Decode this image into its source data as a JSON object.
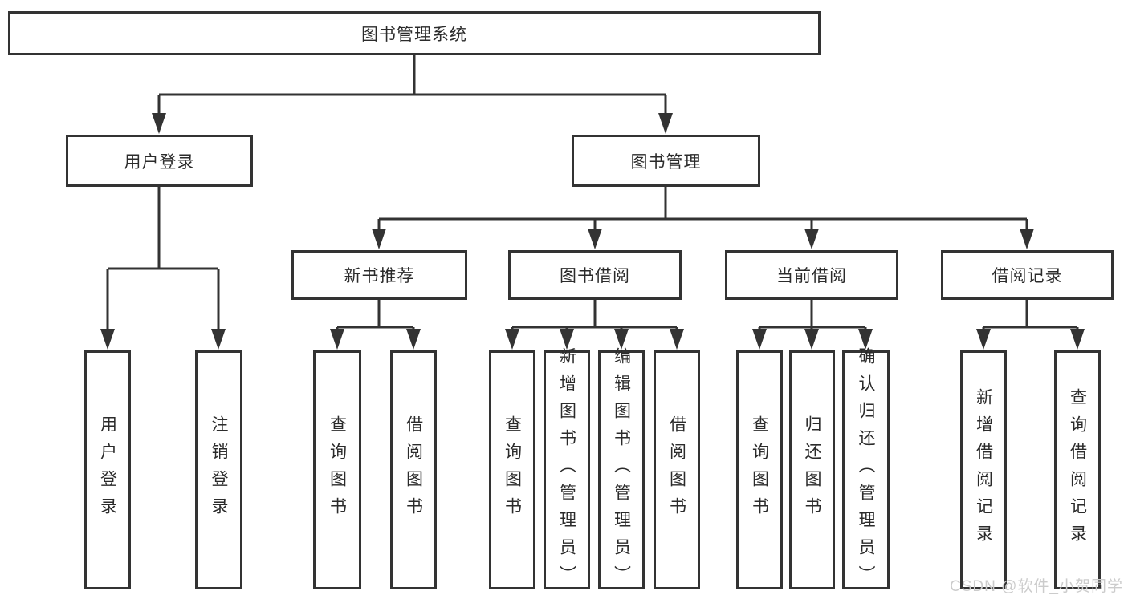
{
  "tree": {
    "label": "图书管理系统",
    "children": [
      {
        "label": "用户登录",
        "children": [
          {
            "label": "用户登录"
          },
          {
            "label": "注销登录"
          }
        ]
      },
      {
        "label": "图书管理",
        "children": [
          {
            "label": "新书推荐",
            "children": [
              {
                "label": "查询图书"
              },
              {
                "label": "借阅图书"
              }
            ]
          },
          {
            "label": "图书借阅",
            "children": [
              {
                "label": "查询图书"
              },
              {
                "label": "新增图书（管理员）"
              },
              {
                "label": "编辑图书（管理员）"
              },
              {
                "label": "借阅图书"
              }
            ]
          },
          {
            "label": "当前借阅",
            "children": [
              {
                "label": "查询图书"
              },
              {
                "label": "归还图书"
              },
              {
                "label": "确认归还（管理员）"
              }
            ]
          },
          {
            "label": "借阅记录",
            "children": [
              {
                "label": "新增借阅记录"
              },
              {
                "label": "查询借阅记录"
              }
            ]
          }
        ]
      }
    ]
  },
  "watermark": "CSDN @软件_小贺同学",
  "colors": {
    "line": "#333333",
    "text": "#2b2b2b",
    "background": "#ffffff",
    "watermark": "#cccccc"
  }
}
